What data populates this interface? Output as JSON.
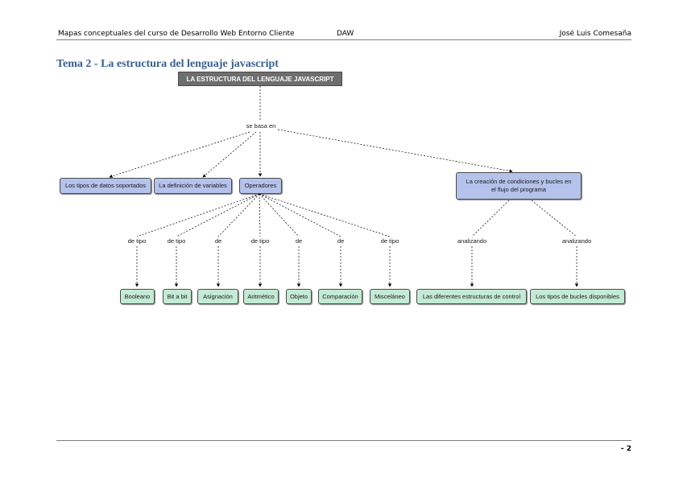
{
  "header": {
    "left": "Mapas conceptuales del curso de Desarrollo Web Entorno Cliente",
    "center": "DAW",
    "right": "José Luis Comesaña"
  },
  "title": "Tema 2 - La estructura del lenguaje javascript",
  "diagram": {
    "root": "LA ESTRUCTURA DEL LENGUAJE JAVASCRIPT",
    "root_link": "se basa en",
    "level1": [
      "Los tipos de datos soportados",
      "La definición de variables",
      "Operadores",
      "La creación de condiciones y bucles en el flujo del programa"
    ],
    "operator_links": [
      "de tipo",
      "de tipo",
      "de",
      "de tipo",
      "de",
      "de",
      "de tipo"
    ],
    "operators": [
      "Booleano",
      "Bit a bit",
      "Asignación",
      "Aritmético",
      "Objeto",
      "Comparación",
      "Misceláneo"
    ],
    "flow_links": [
      "analizando",
      "analizando"
    ],
    "flow": [
      "Las diferentes estructuras de control",
      "Los tipos de bucles disponibles"
    ]
  },
  "footer": {
    "page": "- 2"
  },
  "colors": {
    "title": "#365f91",
    "root_fill": "#6e6e6e",
    "blue_fill": "#b4c2ec",
    "green_fill": "#c3ead4"
  }
}
